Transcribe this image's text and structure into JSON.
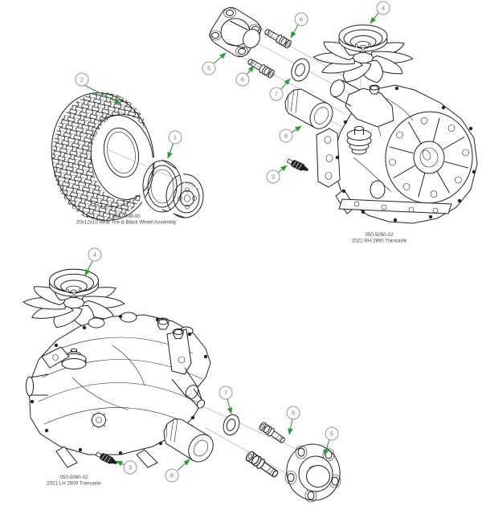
{
  "diagram": {
    "groups": [
      {
        "part_number": "022-0008-00",
        "description": "20x12x10 Rear Tire & Black Wheel Assembly",
        "callouts": [
          {
            "number": "2"
          },
          {
            "number": "1"
          }
        ]
      },
      {
        "part_number": "050-5050-02",
        "description": "2021 RH 2800 Transaxle",
        "callouts": [
          {
            "number": "6"
          },
          {
            "number": "4"
          },
          {
            "number": "5"
          },
          {
            "number": "6"
          },
          {
            "number": "7"
          },
          {
            "number": "8"
          },
          {
            "number": "3"
          }
        ]
      },
      {
        "part_number": "050-5060-02",
        "description": "2021 LH 2800 Transaxle",
        "callouts": [
          {
            "number": "4"
          },
          {
            "number": "7"
          },
          {
            "number": "6"
          },
          {
            "number": "5"
          },
          {
            "number": "8"
          },
          {
            "number": "3"
          }
        ]
      }
    ],
    "colors": {
      "background": "#ffffff",
      "line_art": "#222222",
      "leader_green": "#2e9b37",
      "construction_blue": "#b9bce8",
      "callout_stroke": "#999999",
      "callout_number": "#777777",
      "label_text": "#444444"
    }
  }
}
